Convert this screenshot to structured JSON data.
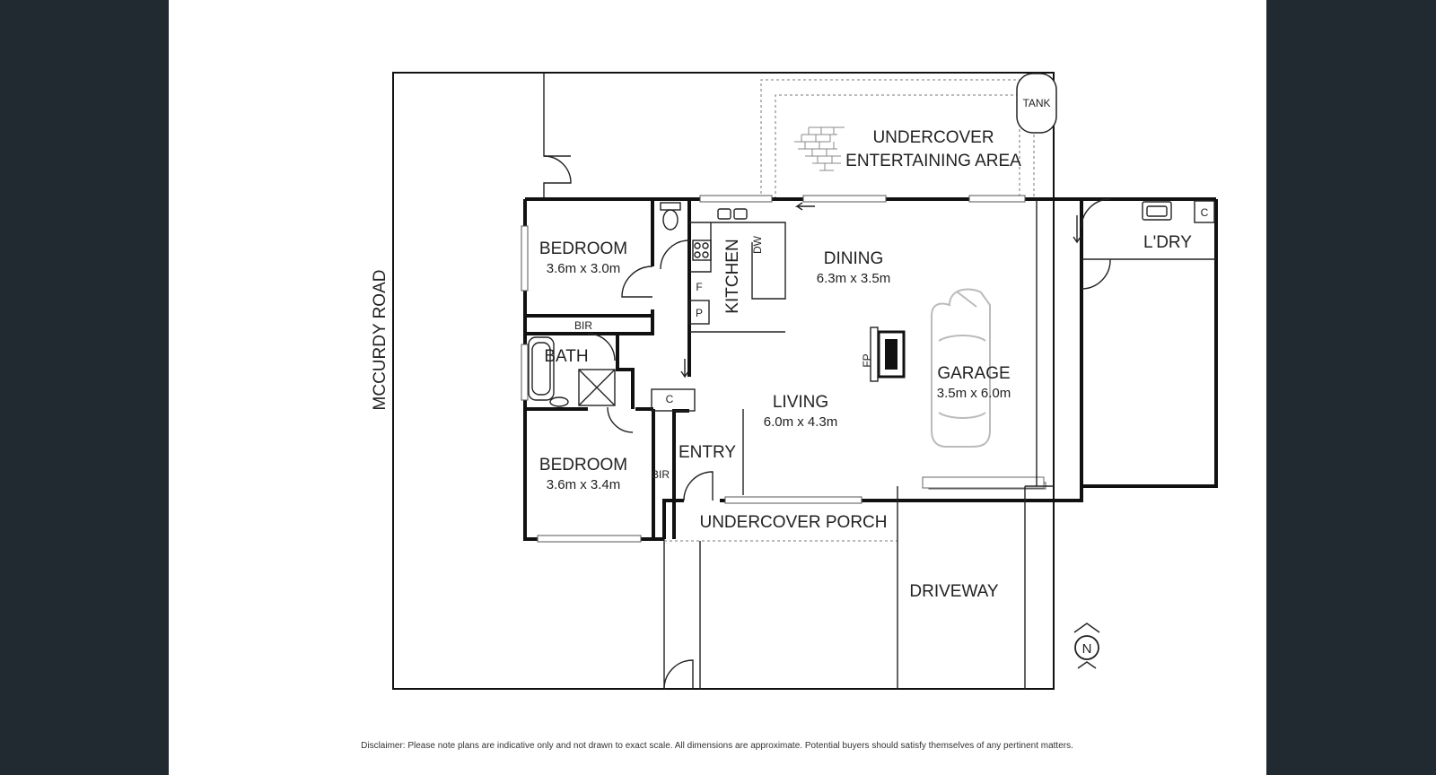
{
  "plan": {
    "rooms": {
      "bedroom1": {
        "name": "BEDROOM",
        "dims": "3.6m x 3.0m"
      },
      "bedroom2": {
        "name": "BEDROOM",
        "dims": "3.6m x 3.4m"
      },
      "kitchen": {
        "name": "KITCHEN"
      },
      "dining": {
        "name": "DINING",
        "dims": "6.3m x 3.5m"
      },
      "living": {
        "name": "LIVING",
        "dims": "6.0m x 4.3m"
      },
      "garage": {
        "name": "GARAGE",
        "dims": "3.5m x 6.0m"
      },
      "laundry": {
        "name": "L'DRY"
      },
      "bath": {
        "name": "BATH"
      },
      "entry": {
        "name": "ENTRY"
      },
      "bir_top": {
        "name": "BIR"
      },
      "bir_bottom": {
        "name": "BIR"
      },
      "entertaining_line1": {
        "name": "UNDERCOVER"
      },
      "entertaining_line2": {
        "name": "ENTERTAINING AREA"
      },
      "porch": {
        "name": "UNDERCOVER PORCH"
      },
      "driveway": {
        "name": "DRIVEWAY"
      }
    },
    "fixtures": {
      "tank": "TANK",
      "fridge": "F",
      "pantry": "P",
      "dishwasher": "DW",
      "fireplace": "FP",
      "cupboard_hall": "C",
      "cupboard_laundry": "C"
    },
    "street": "MCCURDY ROAD",
    "compass": "N"
  },
  "disclaimer": "Disclaimer: Please note plans are indicative only and not drawn to exact scale. All dimensions are approximate. Potential buyers should satisfy themselves of any pertinent matters."
}
